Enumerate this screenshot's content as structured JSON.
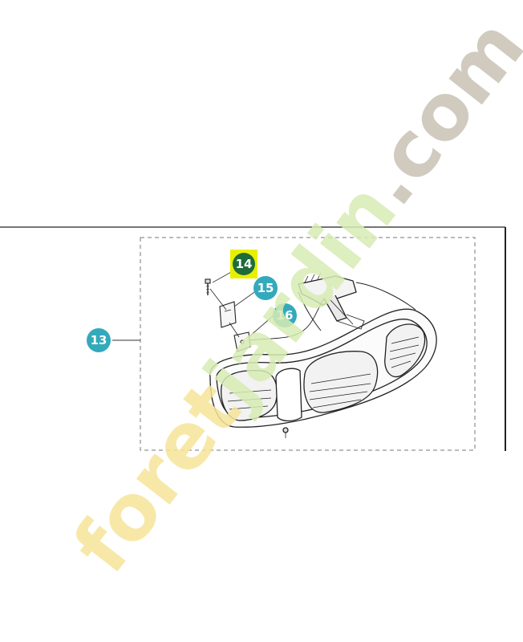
{
  "diagram": {
    "callouts": [
      {
        "id": "13",
        "label": "13",
        "color": "#33aabb",
        "highlighted": false
      },
      {
        "id": "14",
        "label": "14",
        "color": "#1f6b3a",
        "highlighted": true,
        "highlight_color": "#e8f000"
      },
      {
        "id": "15",
        "label": "15",
        "color": "#33aabb",
        "highlighted": false
      },
      {
        "id": "16",
        "label": "16",
        "color": "#33aabb",
        "highlighted": false
      }
    ],
    "group_border": "dashed"
  },
  "watermark": {
    "brand_forest": "foret",
    "brand_garden": "jardin",
    "brand_tld": ".com",
    "colors": {
      "forest": "#f6e59a",
      "garden": "#d8ecb4",
      "tld": "#c9c1b4"
    }
  }
}
